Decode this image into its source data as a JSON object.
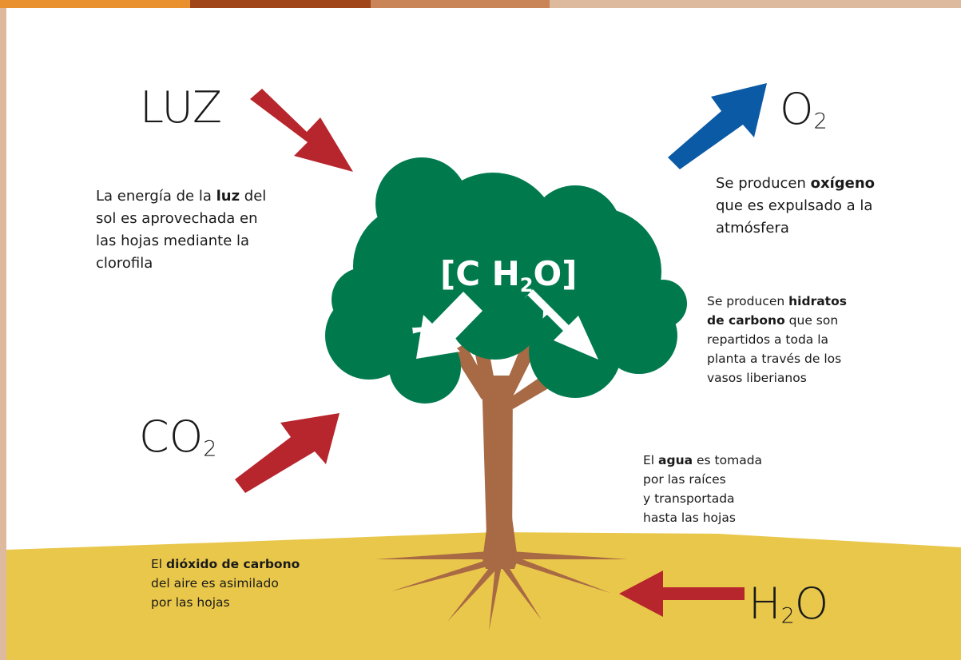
{
  "colors": {
    "page_border": "#DDB99D",
    "top_bar": [
      "#E8912E",
      "#A0441A",
      "#C98457",
      "#DDB99D"
    ],
    "ground": "#E9C74A",
    "foliage": "#007A4D",
    "trunk": "#A86945",
    "arrow_red": "#B7252D",
    "arrow_blue": "#0B5AA5",
    "formula_arrows": "#FFFFFF"
  },
  "labels": {
    "luz": "LUZ",
    "o2": {
      "base": "O",
      "sub": "2"
    },
    "co2": {
      "base": "CO",
      "sub": "2"
    },
    "h2o": {
      "pre": "H",
      "sub": "2",
      "post": "O"
    }
  },
  "formula": {
    "open": "[C H",
    "sub": "2",
    "close": "O]"
  },
  "captions": {
    "luz": {
      "lines": [
        [
          "La energía de la ",
          {
            "b": "luz"
          },
          " del"
        ],
        [
          "sol es aprovechada en"
        ],
        [
          "las hojas mediante la"
        ],
        [
          "clorofila"
        ]
      ]
    },
    "oxigeno": {
      "lines": [
        [
          "Se producen ",
          {
            "b": "oxígeno"
          }
        ],
        [
          "que es expulsado a la"
        ],
        [
          "atmósfera"
        ]
      ]
    },
    "hidratos": {
      "lines": [
        [
          "Se producen ",
          {
            "b": "hidratos"
          }
        ],
        [
          {
            "b": "de carbono"
          },
          " que son"
        ],
        [
          "repartidos a toda la"
        ],
        [
          "planta a través de los"
        ],
        [
          "vasos liberianos"
        ]
      ]
    },
    "agua": {
      "lines": [
        [
          "El ",
          {
            "b": "agua"
          },
          " es tomada"
        ],
        [
          "por las raíces"
        ],
        [
          "y transportada"
        ],
        [
          "hasta las hojas"
        ]
      ]
    },
    "dioxido": {
      "lines": [
        [
          "El ",
          {
            "b": "dióxido de carbono"
          }
        ],
        [
          "del aire es asimilado"
        ],
        [
          "por las hojas"
        ]
      ]
    }
  },
  "arrows": [
    {
      "name": "luz-arrow",
      "direction": "down-right",
      "color": "arrow_red"
    },
    {
      "name": "oxygen-arrow",
      "direction": "up-right",
      "color": "arrow_blue"
    },
    {
      "name": "co2-arrow",
      "direction": "up-right",
      "color": "arrow_red"
    },
    {
      "name": "water-arrow",
      "direction": "left",
      "color": "arrow_red"
    },
    {
      "name": "carbohydrate-arrow-left",
      "direction": "down-left",
      "color": "formula_arrows"
    },
    {
      "name": "carbohydrate-arrow-right",
      "direction": "down-right",
      "color": "formula_arrows"
    }
  ]
}
